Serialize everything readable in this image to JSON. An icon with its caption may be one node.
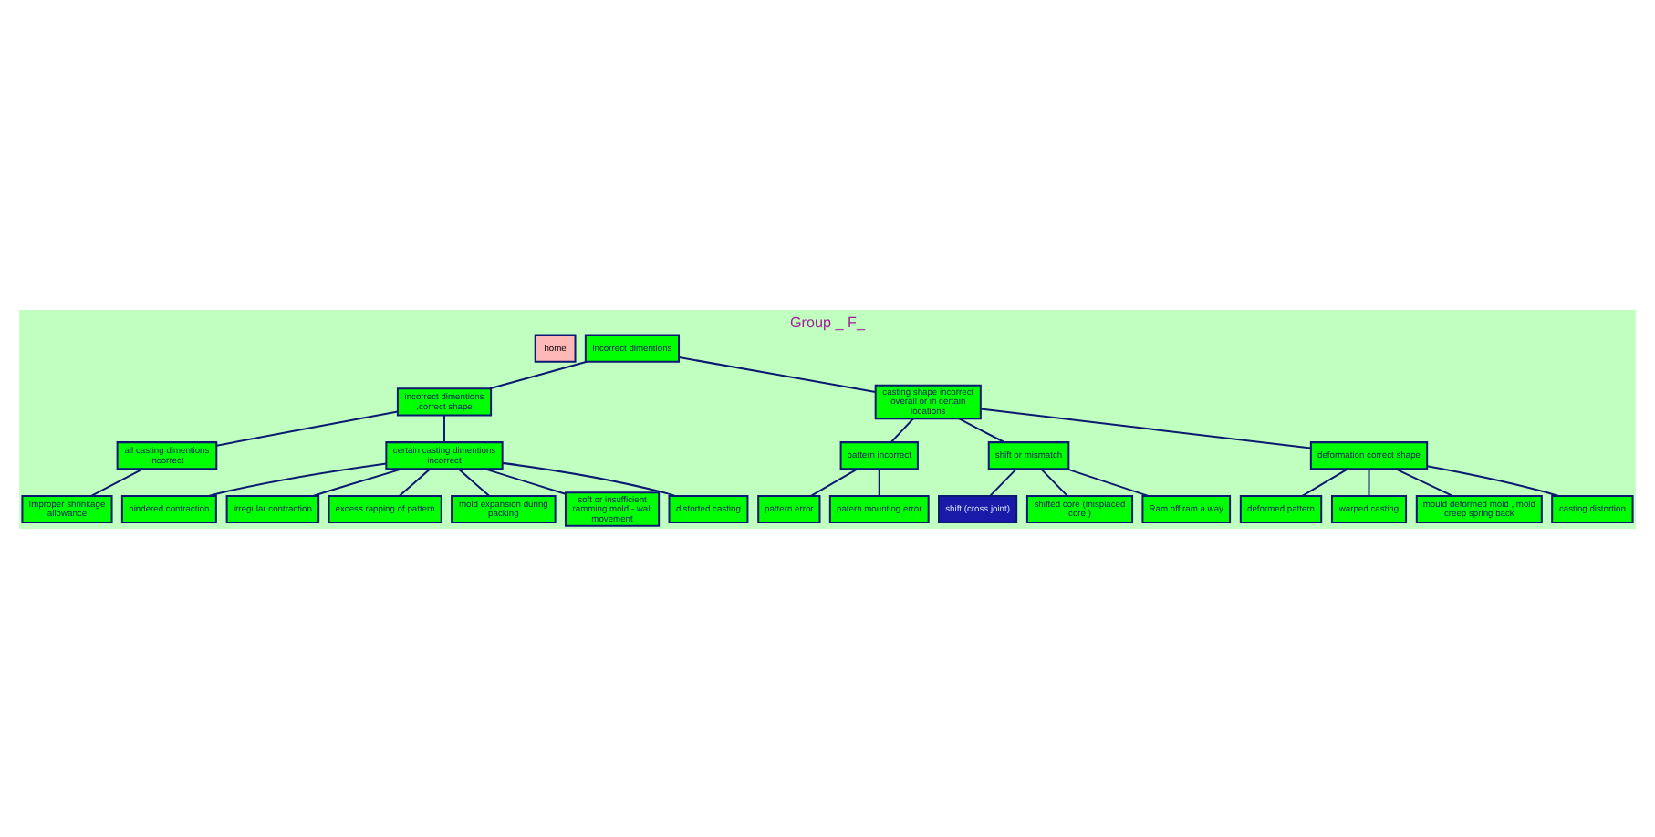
{
  "diagram": {
    "title": "Group _ F_",
    "nodes": [
      {
        "text": [
          "home"
        ]
      },
      {
        "text": [
          "incorrect dimentions"
        ]
      },
      {
        "text": [
          "incorrect dimentions ,correct shape"
        ]
      },
      {
        "text": [
          "casting shape incorrect overall or in certain locations"
        ]
      },
      {
        "text": [
          "all casting dimentions incorrect"
        ]
      },
      {
        "text": [
          "certain casting dimentions incorrect"
        ]
      },
      {
        "text": [
          "pattern incorrect"
        ]
      },
      {
        "text": [
          "shift or mismatch"
        ]
      },
      {
        "text": [
          "Improper shrinkage allowance"
        ]
      },
      {
        "text": [
          "hindered contraction"
        ]
      },
      {
        "text": [
          "irregular contraction"
        ]
      },
      {
        "text": [
          "excess rapping of pattern"
        ]
      },
      {
        "text": [
          "mold expansion during packing"
        ]
      },
      {
        "text": [
          "soft or insufficient ramming mold - wall movement"
        ]
      },
      {
        "text": [
          "distorted casting"
        ]
      },
      {
        "text": [
          "pattern error"
        ]
      },
      {
        "text": [
          "patern mounting error"
        ]
      },
      {
        "text": [
          "shift (cross joint)"
        ]
      },
      {
        "text": [
          "shifted core (misplaced core )"
        ]
      },
      {
        "text": [
          "Ram off ram a way"
        ]
      },
      {
        "text": [
          "deformation correct shape"
        ]
      },
      {
        "text": [
          "deformed pattern"
        ]
      },
      {
        "text": [
          "warped casting"
        ]
      },
      {
        "text": [
          "mould deformed mold , mold creep spring back"
        ]
      },
      {
        "text": [
          "casting distortion"
        ]
      }
    ],
    "edges": [
      {
        "from": 1,
        "to": 2,
        "arrow": "none"
      },
      {
        "from": 1,
        "to": 3,
        "arrow": "none"
      },
      {
        "from": 2,
        "to": 4,
        "arrow": "none"
      },
      {
        "from": 2,
        "to": 5,
        "arrow": "none"
      },
      {
        "from": 4,
        "to": 8,
        "arrow": "none"
      },
      {
        "from": 5,
        "to": 9,
        "arrow": "none"
      },
      {
        "from": 5,
        "to": 10,
        "arrow": "none"
      },
      {
        "from": 5,
        "to": 11,
        "arrow": "none"
      },
      {
        "from": 5,
        "to": 12,
        "arrow": "none"
      },
      {
        "from": 5,
        "to": 13,
        "arrow": "none"
      },
      {
        "from": 5,
        "to": 14,
        "arrow": "none"
      },
      {
        "from": 3,
        "to": 6,
        "arrow": "none"
      },
      {
        "from": 3,
        "to": 7,
        "arrow": "none"
      },
      {
        "from": 3,
        "to": 20,
        "arrow": "none"
      },
      {
        "from": 6,
        "to": 15,
        "arrow": "none"
      },
      {
        "from": 6,
        "to": 16,
        "arrow": "none"
      },
      {
        "from": 7,
        "to": 17,
        "arrow": "none"
      },
      {
        "from": 7,
        "to": 18,
        "arrow": "none"
      },
      {
        "from": 7,
        "to": 19,
        "arrow": "none"
      },
      {
        "from": 20,
        "to": 21,
        "arrow": "none"
      },
      {
        "from": 20,
        "to": 22,
        "arrow": "none"
      },
      {
        "from": 20,
        "to": 23,
        "arrow": "none"
      },
      {
        "from": 20,
        "to": 24,
        "arrow": "none"
      }
    ]
  }
}
